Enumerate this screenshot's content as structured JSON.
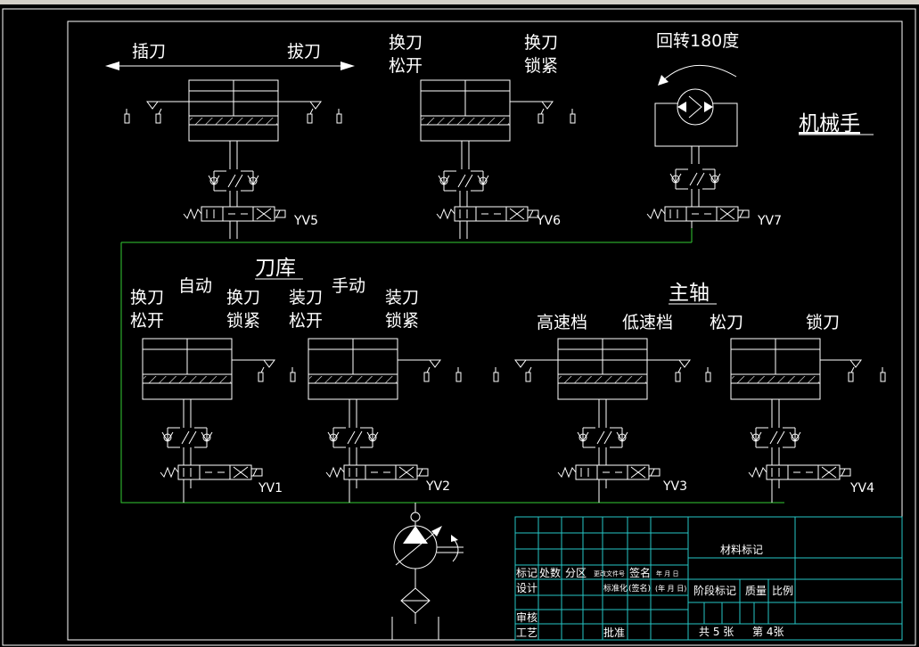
{
  "labels": {
    "insert": "插刀",
    "pull": "拔刀",
    "arm_loosen": [
      "换刀",
      "松开"
    ],
    "arm_lock": [
      "换刀",
      "锁紧"
    ],
    "rotate": "回转180度",
    "manipulator": "机械手",
    "magazine": "刀库",
    "auto": "自动",
    "manual": "手动",
    "mag_change_loosen": [
      "换刀",
      "松开"
    ],
    "mag_change_lock": [
      "换刀",
      "锁紧"
    ],
    "mag_load_loosen": [
      "装刀",
      "松开"
    ],
    "mag_load_lock": [
      "装刀",
      "锁紧"
    ],
    "spindle": "主轴",
    "high_gear": "高速档",
    "low_gear": "低速档",
    "tool_loosen": "松刀",
    "tool_lock": "锁刀"
  },
  "valves": [
    "YV5",
    "YV6",
    "YV7",
    "YV1",
    "YV2",
    "YV3",
    "YV4"
  ],
  "title_block": {
    "material_mark": "材料标记",
    "mark": "标记",
    "count": "处数",
    "zone": "分区",
    "doc_no": "更改文件号",
    "sign": "签名",
    "date": "年 月 日",
    "design": "设计",
    "standardize": "标准化",
    "sign2": "(签名)",
    "date2": "(年 月 日)",
    "stage_mark": "阶段标记",
    "weight": "质量",
    "ratio": "比例",
    "review": "审核",
    "process": "工艺",
    "approve": "批准",
    "total_sheets": "共 5 张",
    "sheet_no": "第 4张"
  },
  "colors": {
    "line": "#ffffff",
    "pipe": "#33cc33",
    "table": "#26c6c6",
    "background": "#000000"
  }
}
